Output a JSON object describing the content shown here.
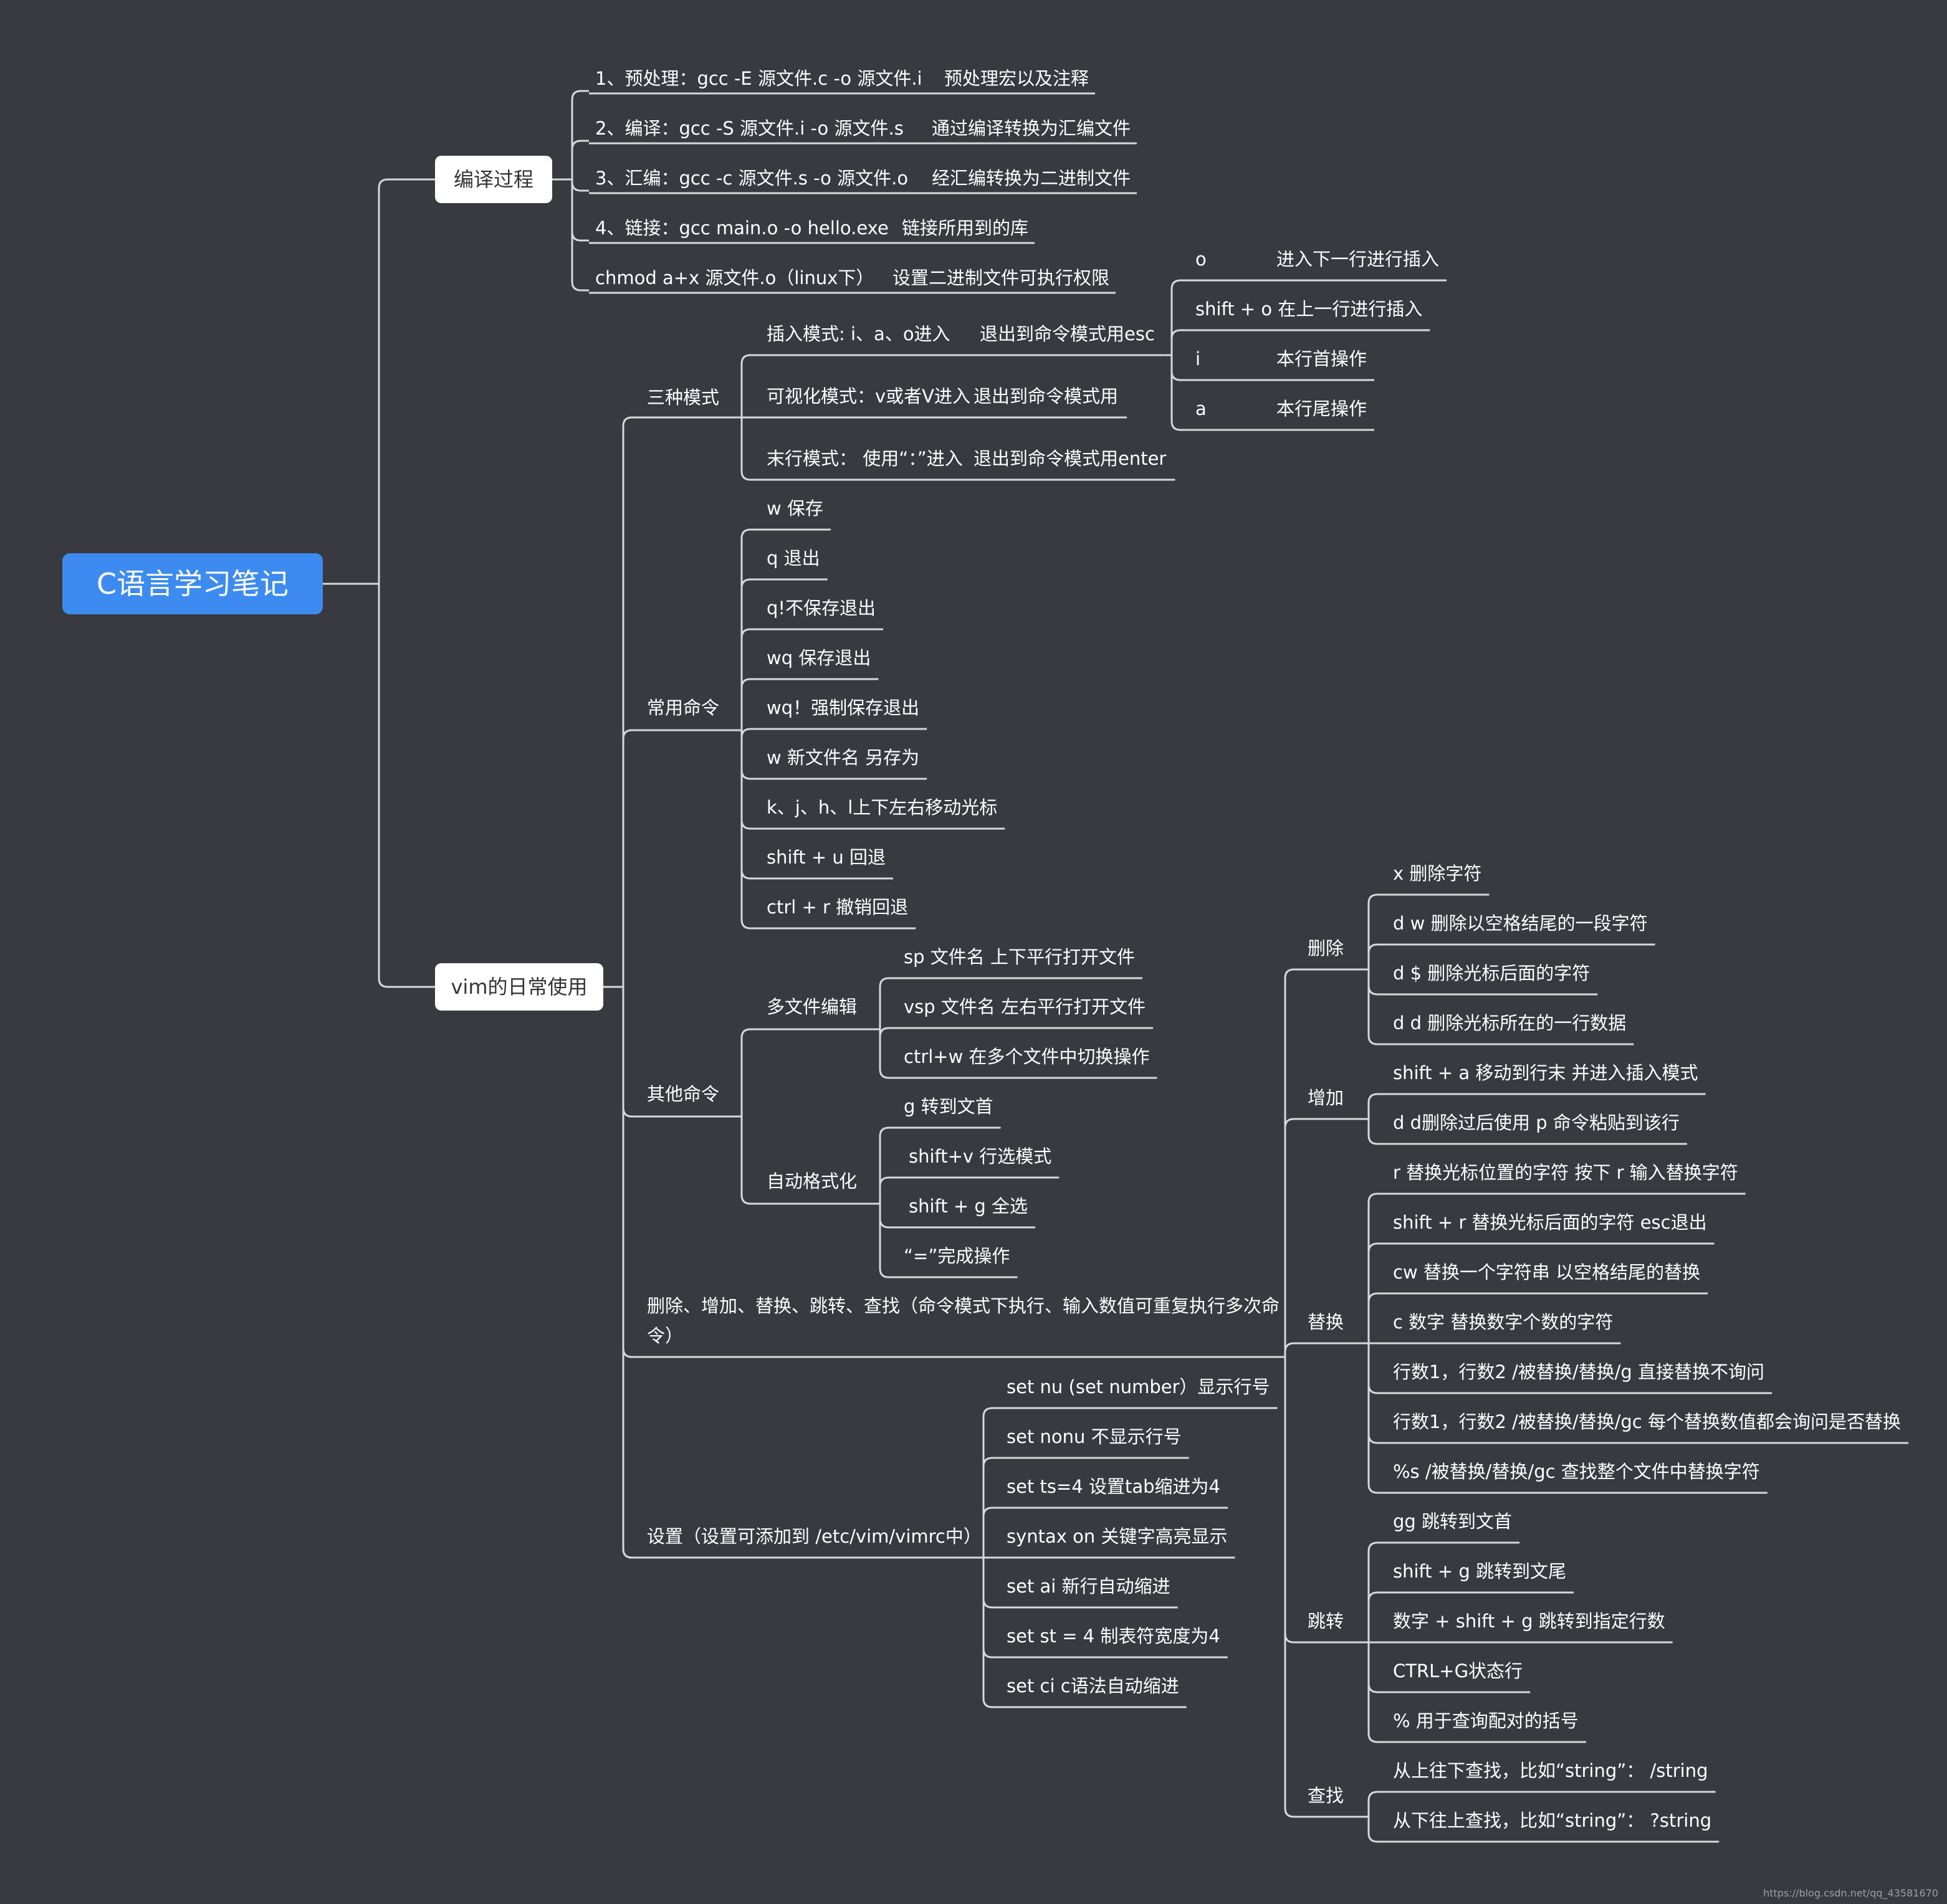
{
  "root": "C语言学习笔记",
  "compile": {
    "label": "编译过程",
    "items": [
      {
        "cmd": "1、预处理：gcc -E 源文件.c -o 源文件.i",
        "desc": "预处理宏以及注释"
      },
      {
        "cmd": "2、编译：gcc  -S 源文件.i -o 源文件.s",
        "desc": "通过编译转换为汇编文件"
      },
      {
        "cmd": "3、汇编：gcc -c 源文件.s -o 源文件.o",
        "desc": "经汇编转换为二进制文件"
      },
      {
        "cmd": "4、链接：gcc main.o -o hello.exe",
        "desc": "链接所用到的库"
      },
      {
        "cmd": "chmod a+x 源文件.o（linux下）",
        "desc": "设置二进制文件可执行权限"
      }
    ]
  },
  "vim": {
    "label": "vim的日常使用",
    "modes": {
      "label": "三种模式",
      "items": [
        {
          "cmd": "插入模式: i、a、o进入",
          "desc": "退出到命令模式用esc"
        },
        {
          "cmd": "可视化模式：v或者V进入",
          "desc": "退出到命令模式用"
        },
        {
          "cmd": "末行模式：  使用“：”进入",
          "desc": "退出到命令模式用enter"
        }
      ],
      "insert": [
        {
          "key": "o",
          "desc": "进入下一行进行插入"
        },
        {
          "key": "shift + o 在上一行进行插入",
          "desc": ""
        },
        {
          "key": "i",
          "desc": "本行首操作"
        },
        {
          "key": "a",
          "desc": "本行尾操作"
        }
      ]
    },
    "common": {
      "label": "常用命令",
      "items": [
        "w 保存",
        "q 退出",
        "q!不保存退出",
        "wq 保存退出",
        "wq！强制保存退出",
        "w 新文件名 另存为",
        "k、j、h、l上下左右移动光标",
        "shift + u 回退",
        "ctrl + r  撤销回退"
      ]
    },
    "other": {
      "label": "其他命令",
      "multi": {
        "label": "多文件编辑",
        "items": [
          "sp 文件名    上下平行打开文件",
          "vsp 文件名    左右平行打开文件",
          "ctrl+w 在多个文件中切换操作"
        ]
      },
      "format": {
        "label": "自动格式化",
        "items": [
          "g 转到文首",
          "shift+v 行选模式",
          "shift + g 全选",
          "“=”完成操作"
        ]
      }
    },
    "edit": {
      "label_line1": "删除、增加、替换、跳转、查找（命令模式下执行、输入数值可重复执行多次命",
      "label_line2": "令）",
      "delete": {
        "label": "删除",
        "items": [
          "x 删除字符",
          "d w  删除以空格结尾的一段字符",
          "d $ 删除光标后面的字符",
          "d d 删除光标所在的一行数据"
        ]
      },
      "add": {
        "label": "增加",
        "items": [
          "shift + a 移动到行末 并进入插入模式",
          "d d删除过后使用 p 命令粘贴到该行"
        ]
      },
      "replace": {
        "label": "替换",
        "items": [
          "r 替换光标位置的字符  按下 r 输入替换字符",
          "shift + r 替换光标后面的字符 esc退出",
          "cw 替换一个字符串  以空格结尾的替换",
          "c 数字  替换数字个数的字符",
          "行数1，行数2  /被替换/替换/g  直接替换不询问",
          "行数1，行数2 /被替换/替换/gc 每个替换数值都会询问是否替换",
          "%s  /被替换/替换/gc 查找整个文件中替换字符"
        ]
      },
      "jump": {
        "label": "跳转",
        "items": [
          "gg 跳转到文首",
          "shift + g 跳转到文尾",
          "数字 + shift + g 跳转到指定行数",
          "CTRL+G状态行",
          "% 用于查询配对的括号"
        ]
      },
      "find": {
        "label": "查找",
        "items": [
          "从上往下查找，比如“string”：   /string",
          "从下往上查找，比如“string”：  ?string"
        ]
      }
    },
    "settings": {
      "label": "设置（设置可添加到 /etc/vim/vimrc中）",
      "items": [
        "set nu    (set number）显示行号",
        "set nonu 不显示行号",
        "set ts=4 设置tab缩进为4",
        "syntax on 关键字高亮显示",
        "set ai   新行自动缩进",
        "set st = 4   制表符宽度为4",
        "set ci   c语法自动缩进"
      ]
    }
  },
  "watermark": "https://blog.csdn.net/qq_43581670",
  "colors": {
    "background": "#383a3f",
    "root": "#3d8bf0",
    "line": "#d8d8d8",
    "box": "#ffffff"
  }
}
